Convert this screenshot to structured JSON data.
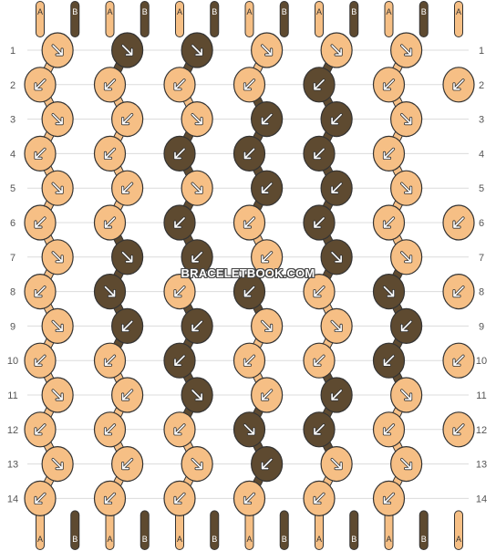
{
  "colors": {
    "A": "#F6BF85",
    "B": "#5E4A30",
    "outline": "#333333",
    "arrow": "#ffffff",
    "grid": "#dcdcdc"
  },
  "strands": {
    "top": [
      "A",
      "B",
      "A",
      "B",
      "A",
      "B",
      "A",
      "B",
      "A",
      "B",
      "A",
      "B",
      "A"
    ],
    "bottom": [
      "A",
      "B",
      "A",
      "B",
      "A",
      "B",
      "A",
      "B",
      "A",
      "B",
      "A",
      "B",
      "A"
    ]
  },
  "row_numbers": [
    "1",
    "2",
    "3",
    "4",
    "5",
    "6",
    "7",
    "8",
    "9",
    "10",
    "11",
    "12",
    "13",
    "14"
  ],
  "knot_rows": [
    {
      "row": 1,
      "knots": [
        {
          "c": "A",
          "d": "fwd"
        },
        {
          "c": "B",
          "d": "fwd"
        },
        {
          "c": "B",
          "d": "fwd"
        },
        {
          "c": "A",
          "d": "fwd"
        },
        {
          "c": "A",
          "d": "fwd"
        },
        {
          "c": "A",
          "d": "fwd"
        }
      ]
    },
    {
      "row": 2,
      "knots": [
        {
          "c": "A",
          "d": "bwd"
        },
        {
          "c": "A",
          "d": "bwd"
        },
        {
          "c": "A",
          "d": "bwd"
        },
        {
          "c": "A",
          "d": "bwd"
        },
        {
          "c": "B",
          "d": "bwd"
        },
        {
          "c": "A",
          "d": "bwd"
        },
        {
          "c": "A",
          "d": "bwd"
        }
      ]
    },
    {
      "row": 3,
      "knots": [
        {
          "c": "A",
          "d": "fwd"
        },
        {
          "c": "A",
          "d": "bwd"
        },
        {
          "c": "A",
          "d": "fwd"
        },
        {
          "c": "B",
          "d": "bwd"
        },
        {
          "c": "B",
          "d": "bwd"
        },
        {
          "c": "A",
          "d": "fwd"
        }
      ]
    },
    {
      "row": 4,
      "knots": [
        {
          "c": "A",
          "d": "bwd"
        },
        {
          "c": "A",
          "d": "bwd"
        },
        {
          "c": "B",
          "d": "bwd"
        },
        {
          "c": "B",
          "d": "bwd"
        },
        {
          "c": "B",
          "d": "bwd"
        },
        {
          "c": "A",
          "d": "bwd"
        }
      ]
    },
    {
      "row": 5,
      "knots": [
        {
          "c": "A",
          "d": "fwd"
        },
        {
          "c": "A",
          "d": "bwd"
        },
        {
          "c": "A",
          "d": "fwd"
        },
        {
          "c": "B",
          "d": "bwd"
        },
        {
          "c": "B",
          "d": "bwd"
        },
        {
          "c": "A",
          "d": "fwd"
        }
      ]
    },
    {
      "row": 6,
      "knots": [
        {
          "c": "A",
          "d": "bwd"
        },
        {
          "c": "A",
          "d": "bwd"
        },
        {
          "c": "B",
          "d": "bwd"
        },
        {
          "c": "A",
          "d": "bwd"
        },
        {
          "c": "B",
          "d": "bwd"
        },
        {
          "c": "A",
          "d": "bwd"
        },
        {
          "c": "A",
          "d": "bwd"
        }
      ]
    },
    {
      "row": 7,
      "knots": [
        {
          "c": "A",
          "d": "fwd"
        },
        {
          "c": "B",
          "d": "fwd"
        },
        {
          "c": "B",
          "d": "bwd"
        },
        {
          "c": "A",
          "d": "bwd"
        },
        {
          "c": "B",
          "d": "fwd"
        },
        {
          "c": "A",
          "d": "fwd"
        }
      ]
    },
    {
      "row": 8,
      "knots": [
        {
          "c": "A",
          "d": "bwd"
        },
        {
          "c": "B",
          "d": "fwd"
        },
        {
          "c": "A",
          "d": "bwd"
        },
        {
          "c": "B",
          "d": "bwd"
        },
        {
          "c": "A",
          "d": "bwd"
        },
        {
          "c": "B",
          "d": "fwd"
        },
        {
          "c": "A",
          "d": "bwd"
        }
      ]
    },
    {
      "row": 9,
      "knots": [
        {
          "c": "A",
          "d": "fwd"
        },
        {
          "c": "B",
          "d": "bwd"
        },
        {
          "c": "B",
          "d": "bwd"
        },
        {
          "c": "A",
          "d": "fwd"
        },
        {
          "c": "A",
          "d": "fwd"
        },
        {
          "c": "B",
          "d": "bwd"
        }
      ]
    },
    {
      "row": 10,
      "knots": [
        {
          "c": "A",
          "d": "bwd"
        },
        {
          "c": "A",
          "d": "bwd"
        },
        {
          "c": "B",
          "d": "bwd"
        },
        {
          "c": "A",
          "d": "bwd"
        },
        {
          "c": "A",
          "d": "bwd"
        },
        {
          "c": "B",
          "d": "bwd"
        },
        {
          "c": "A",
          "d": "bwd"
        }
      ]
    },
    {
      "row": 11,
      "knots": [
        {
          "c": "A",
          "d": "fwd"
        },
        {
          "c": "A",
          "d": "bwd"
        },
        {
          "c": "B",
          "d": "fwd"
        },
        {
          "c": "A",
          "d": "bwd"
        },
        {
          "c": "B",
          "d": "bwd"
        },
        {
          "c": "A",
          "d": "fwd"
        }
      ]
    },
    {
      "row": 12,
      "knots": [
        {
          "c": "A",
          "d": "bwd"
        },
        {
          "c": "A",
          "d": "bwd"
        },
        {
          "c": "A",
          "d": "bwd"
        },
        {
          "c": "B",
          "d": "fwd"
        },
        {
          "c": "B",
          "d": "bwd"
        },
        {
          "c": "A",
          "d": "bwd"
        },
        {
          "c": "A",
          "d": "bwd"
        }
      ]
    },
    {
      "row": 13,
      "knots": [
        {
          "c": "A",
          "d": "fwd"
        },
        {
          "c": "A",
          "d": "bwd"
        },
        {
          "c": "A",
          "d": "fwd"
        },
        {
          "c": "B",
          "d": "bwd"
        },
        {
          "c": "A",
          "d": "fwd"
        },
        {
          "c": "A",
          "d": "fwd"
        }
      ]
    },
    {
      "row": 14,
      "knots": [
        {
          "c": "A",
          "d": "bwd"
        },
        {
          "c": "A",
          "d": "bwd"
        },
        {
          "c": "A",
          "d": "bwd"
        },
        {
          "c": "A",
          "d": "bwd"
        },
        {
          "c": "A",
          "d": "bwd"
        },
        {
          "c": "A",
          "d": "bwd"
        }
      ]
    }
  ],
  "watermark": "BRACELETBOOK.COM"
}
